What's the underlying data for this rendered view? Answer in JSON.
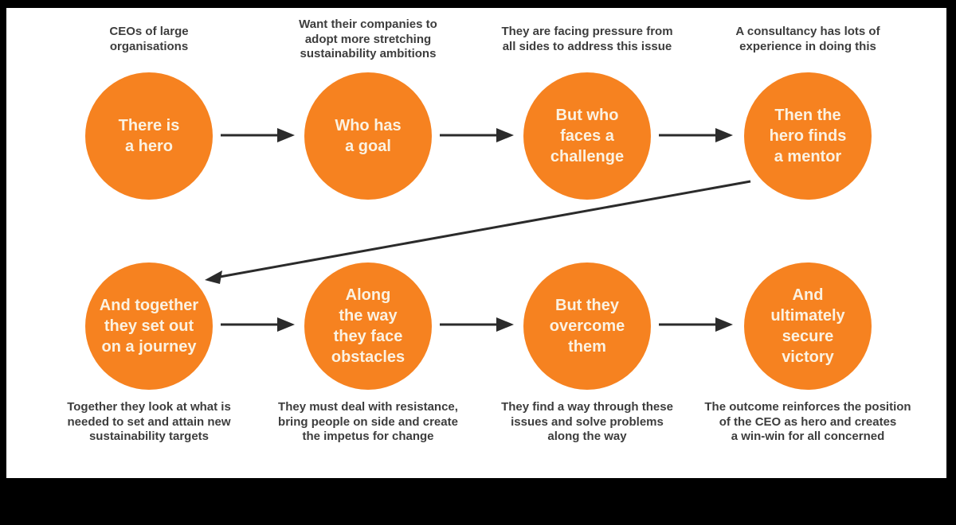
{
  "frame_color": "#000000",
  "canvas_color": "#ffffff",
  "colors": {
    "circle_fill": "#F68220",
    "circle_text": "#FBF2E2",
    "annotation_text": "#3d3d3d",
    "arrow": "#2b2b2b"
  },
  "columns": [
    {
      "top_note": "CEOs of large\norganisations",
      "top_circle": "There is\na hero",
      "bottom_circle": "And together\nthey set out\non a journey",
      "bottom_note": "Together they look at what is\nneeded to set and attain new\nsustainability targets"
    },
    {
      "top_note": "Want their companies to\nadopt more stretching\nsustainability ambitions",
      "top_circle": "Who has\na goal",
      "bottom_circle": "Along\nthe way\nthey face\nobstacles",
      "bottom_note": "They must deal with resistance,\nbring people on side and create\nthe impetus for change"
    },
    {
      "top_note": "They are facing pressure from\nall sides to address this issue",
      "top_circle": "But who\nfaces a\nchallenge",
      "bottom_circle": "But they\novercome\nthem",
      "bottom_note": "They find a way through these\nissues and solve problems\nalong the way"
    },
    {
      "top_note": "A consultancy has lots of\nexperience in doing this",
      "top_circle": "Then the\nhero finds\na mentor",
      "bottom_circle": "And\nultimately\nsecure\nvictory",
      "bottom_note": "The outcome reinforces the position\nof the CEO as hero and creates\na win-win for all concerned"
    }
  ]
}
